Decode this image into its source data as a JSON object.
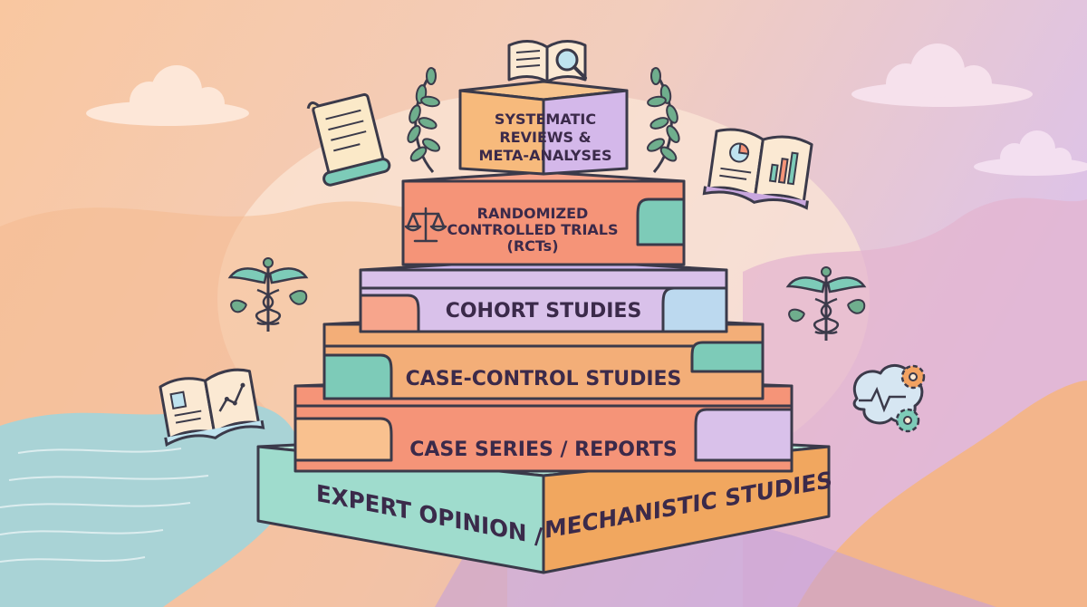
{
  "diagram": {
    "tiers": [
      {
        "lines": [
          "SYSTEMATIC",
          "REVIEWS &",
          "META-ANALYSES"
        ],
        "color": "#f7ba7c"
      },
      {
        "lines": [
          "RANDOMIZED",
          "CONTROLLED TRIALS",
          "(RCTs)"
        ],
        "color": "#f59478"
      },
      {
        "lines": [
          "COHORT STUDIES"
        ],
        "color": "#d9c1ea"
      },
      {
        "lines": [
          "CASE-CONTROL STUDIES"
        ],
        "color": "#f3ae78"
      },
      {
        "lines": [
          "CASE SERIES / REPORTS"
        ],
        "color": "#f59478"
      },
      {
        "lines": [
          "EXPERT OPINION /",
          "MECHANISTIC STUDIES"
        ],
        "color": "#9fdccd"
      }
    ]
  },
  "icons": [
    "open-book-magnifier-icon",
    "scroll-document-icon",
    "book-chart-icon",
    "caduceus-icon",
    "book-graph-icon",
    "brain-gears-icon",
    "laurel-icon"
  ],
  "colors": {
    "outline": "#3b3a4a",
    "sky_top": "#f6c29c",
    "sky_right": "#e3c0e0",
    "water": "#a9d5d8",
    "mint": "#7dcbb8",
    "lavender": "#c9a7de",
    "orange": "#f2a261"
  }
}
